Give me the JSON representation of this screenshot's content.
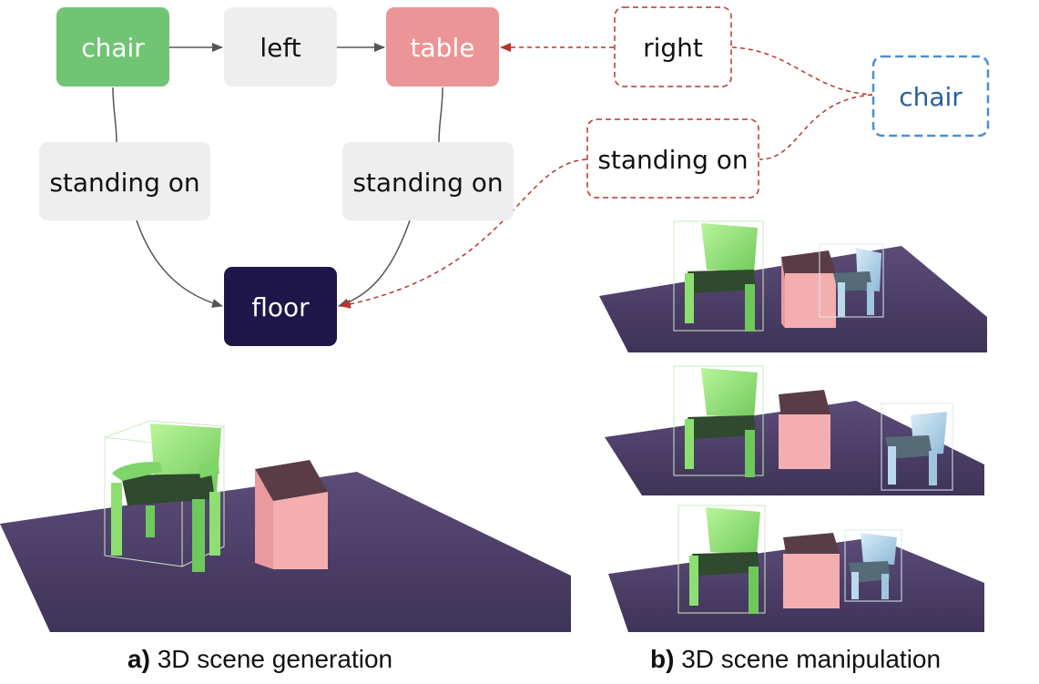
{
  "graph": {
    "nodes": {
      "chair": "chair",
      "left": "left",
      "table": "table",
      "standing_on_chair": "standing on",
      "standing_on_table": "standing on",
      "floor": "floor",
      "right_new": "right",
      "chair_new": "chair",
      "standing_on_new": "standing on"
    }
  },
  "colors": {
    "chair_node": "#72c475",
    "table_node": "#eb9596",
    "relation_node": "#eeeeee",
    "floor_node": "#1e1548",
    "new_edge": "#b8352c",
    "new_object": "#4a8fd0",
    "floor_plane": "#4d4167",
    "chair_mesh": "#9be57f",
    "table_mesh": "#f2a6a8",
    "new_chair_mesh": "#b9d9ee"
  },
  "captions": {
    "a_letter": "a)",
    "a_text": "3D scene generation",
    "b_letter": "b)",
    "b_text": "3D scene manipulation"
  }
}
